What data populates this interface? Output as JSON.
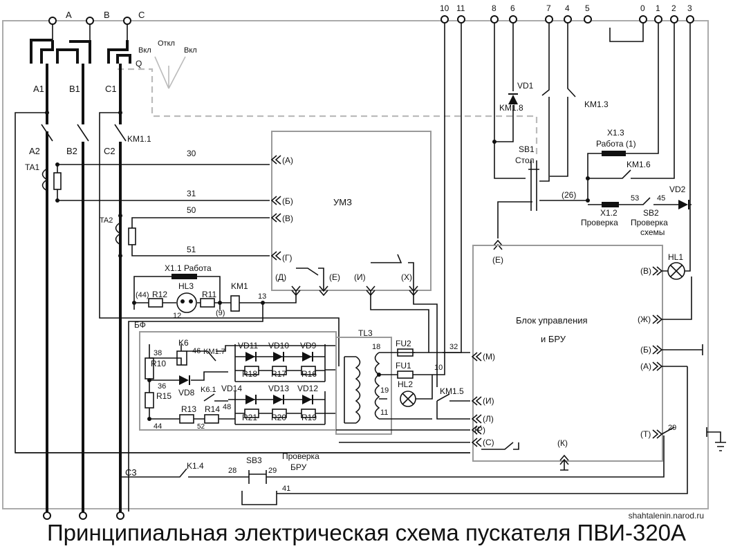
{
  "title": "Принципиальная электрическая схема пускателя ПВИ-320А",
  "website": "shahtalenin.narod.ru",
  "top_terminals": {
    "phases": [
      "A",
      "B",
      "C"
    ],
    "control": [
      "10",
      "11",
      "8",
      "6",
      "7",
      "4",
      "5",
      "0",
      "1",
      "2",
      "3"
    ]
  },
  "switch_q": {
    "name": "Q",
    "on_left": "Вкл",
    "off": "Откл",
    "on_right": "Вкл"
  },
  "lines": {
    "a1": "A1",
    "b1": "B1",
    "c1": "C1",
    "a2": "A2",
    "b2": "B2",
    "c2": "C2",
    "c3": "C3"
  },
  "components": {
    "km11": "KM1.1",
    "ta1": "TA1",
    "ta2": "TA2",
    "tl3": "TL3",
    "km1": "KM1",
    "k6": "K6",
    "km17": "KM1.7",
    "k61": "K6.1",
    "k14": "K1.4",
    "hl3": "HL3",
    "hl2": "HL2",
    "hl1": "HL1",
    "fu1": "FU1",
    "fu2": "FU2",
    "vd1": "VD1",
    "vd2": "VD2",
    "vd8": "VD8",
    "vd9": "VD9",
    "vd10": "VD10",
    "vd11": "VD11",
    "vd12": "VD12",
    "vd13": "VD13",
    "vd14": "VD14",
    "r10": "R10",
    "r11": "R11",
    "r12": "R12",
    "r13": "R13",
    "r14": "R14",
    "r15": "R15",
    "r16": "R16",
    "r17": "R17",
    "r18": "R18",
    "r19": "R19",
    "r20": "R20",
    "r21": "R21",
    "km18": "KM1.8",
    "km13": "KM1.3",
    "km16": "KM1.6",
    "km15": "KM1.5",
    "sb1": "SB1",
    "sb1_sub": "Стол",
    "sb2": "SB2",
    "sb2_sub1": "Проверка",
    "sb2_sub2": "схемы",
    "sb3": "SB3",
    "sb3_sub1": "Проверка",
    "sb3_sub2": "БРУ",
    "x11": "X1.1 Работа",
    "x12": "X1.2",
    "x12_sub": "Проверка",
    "x13": "X1.3",
    "x13_sub": "Работа (1)",
    "bf": "БФ"
  },
  "wire_numbers": [
    "30",
    "31",
    "50",
    "51",
    "13",
    "(44)",
    "12",
    "(9)",
    "38",
    "46",
    "36",
    "44",
    "48",
    "52",
    "18",
    "19",
    "11",
    "10",
    "32",
    "(26)",
    "53",
    "45",
    "28",
    "29",
    "41",
    "29"
  ],
  "umz": {
    "name": "УМЗ",
    "inputs": [
      "(А)",
      "(Б)",
      "(В)",
      "(Г)",
      "(Д)",
      "(Е)",
      "(И)",
      "(Х)"
    ]
  },
  "control_block": {
    "name_line1": "Блок управления",
    "name_line2": "и БРУ",
    "left_terminals": [
      "(Е)",
      "(М)",
      "(И)",
      "(Л)",
      "(Р)",
      "(С)",
      "(К)"
    ],
    "right_terminals": [
      "(В)",
      "(Ж)",
      "(Б)",
      "(А)",
      "(Т)"
    ]
  }
}
